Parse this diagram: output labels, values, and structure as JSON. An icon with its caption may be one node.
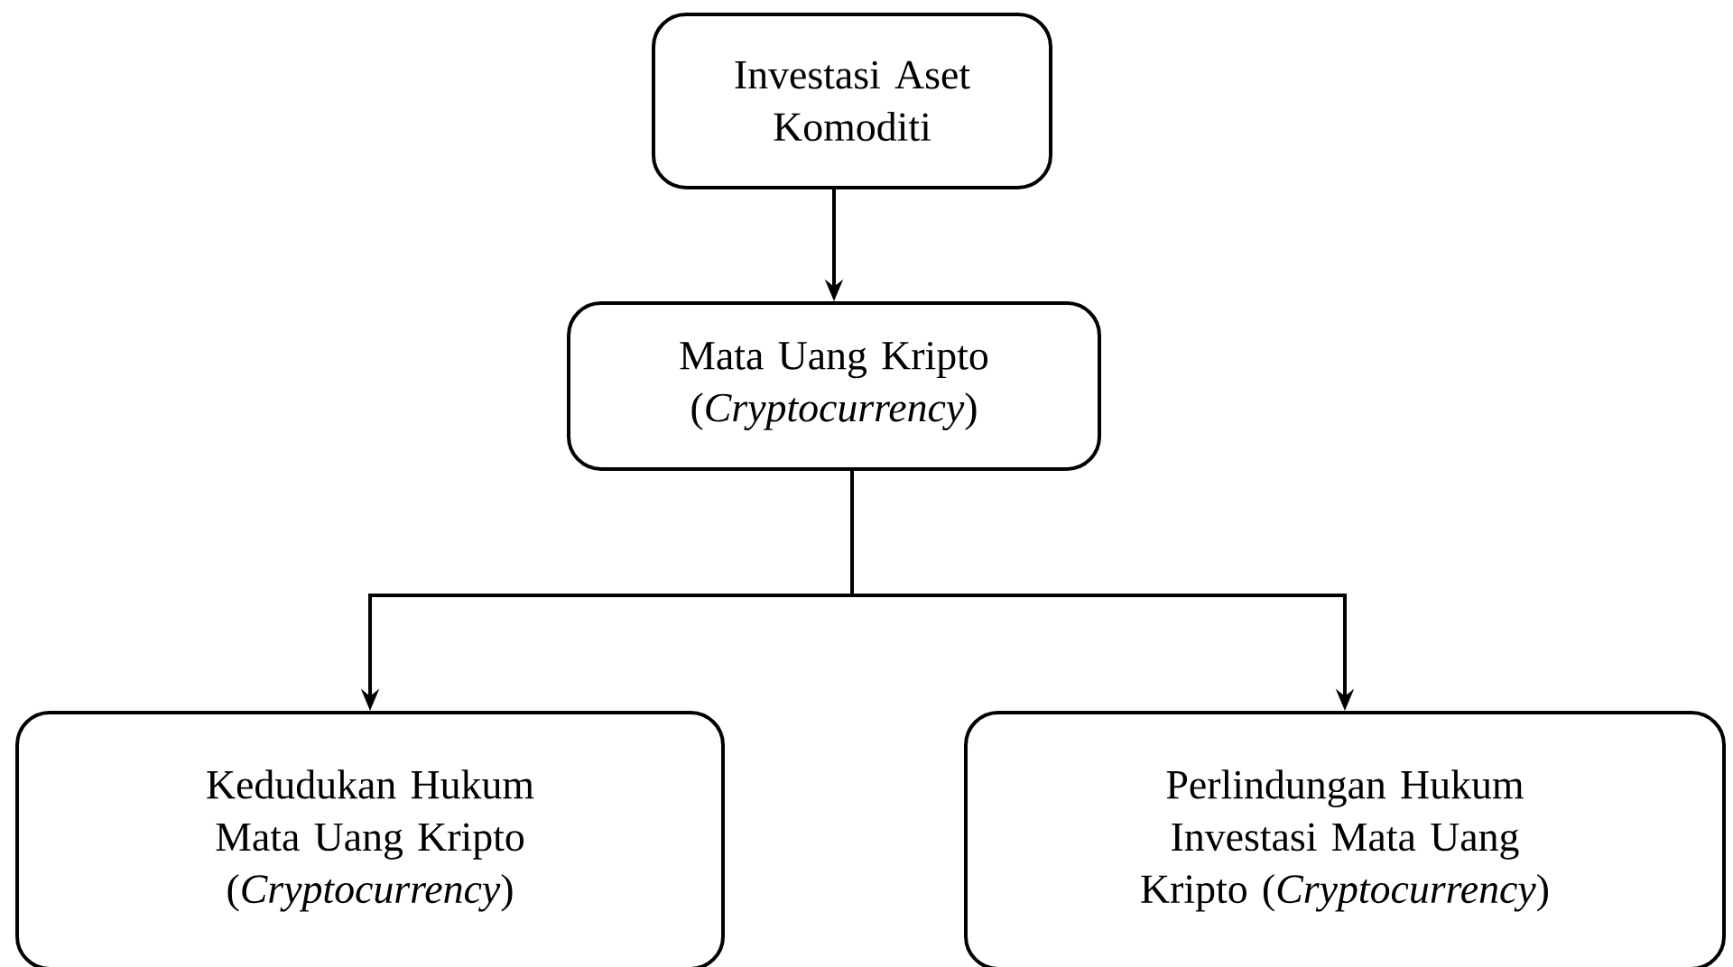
{
  "diagram": {
    "nodes": [
      {
        "text": [
          "Investasi Aset Komoditi"
        ]
      },
      {
        "text": [
          "Mata Uang Kripto (*Cryptocurrency*)"
        ]
      },
      {
        "text": [
          "Kedudukan Hukum Mata Uang Kripto (*Cryptocurrency*)"
        ]
      },
      {
        "text": [
          "Perlindungan Hukum Investasi Mata Uang Kripto (*Cryptocurrency*)"
        ]
      }
    ],
    "edges": [
      {
        "from": 0,
        "to": 1,
        "arrow": "to"
      },
      {
        "from": 1,
        "to": 2,
        "arrow": "to"
      },
      {
        "from": 1,
        "to": 3,
        "arrow": "to"
      }
    ]
  }
}
